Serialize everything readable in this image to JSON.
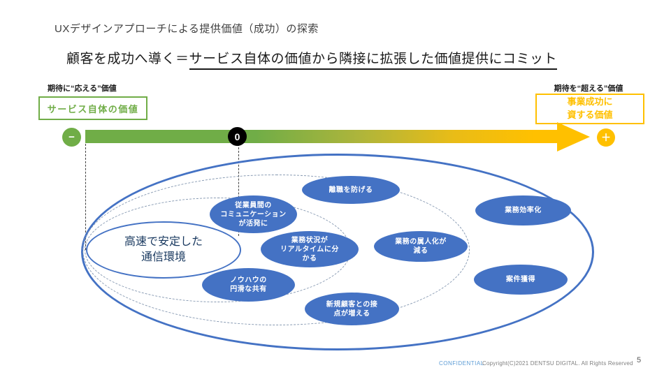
{
  "slide": {
    "title": "UXデザインアプローチによる提供価値（成功）の探索",
    "subtitle_prefix": "顧客を成功へ導く＝",
    "subtitle_underlined": "サービス自体の価値から隣接に拡張した価値提供にコミット"
  },
  "axis": {
    "left_caption": "期待に“応える”価値",
    "right_caption": "期待を“超える”価値",
    "left_box_label": "サービス自体の価値",
    "right_box_label": "事業成功に\n資する価値",
    "minus_symbol": "−",
    "zero_symbol": "0",
    "plus_symbol": "＋"
  },
  "diagram": {
    "core_label": "高速で安定した\n通信環境",
    "bubbles": [
      {
        "label": "従業員間の\nコミュニケーション\nが活発に"
      },
      {
        "label": "離職を防げる"
      },
      {
        "label": "業務状況が\nリアルタイムに分\nかる"
      },
      {
        "label": "業務の属人化が\n減る"
      },
      {
        "label": "業務効率化"
      },
      {
        "label": "ノウハウの\n円滑な共有"
      },
      {
        "label": "新規顧客との接\n点が増える"
      },
      {
        "label": "案件獲得"
      }
    ]
  },
  "footer": {
    "confidential": "CONFIDENTIAL",
    "copyright": "Copyright(C)2021  DENTSU DIGITAL. All Rights Reserved",
    "page_number": "5"
  },
  "colors": {
    "green": "#70AD47",
    "gold": "#FFC000",
    "bubble_blue": "#4472C4",
    "dashed_stroke": "#8497B0"
  }
}
